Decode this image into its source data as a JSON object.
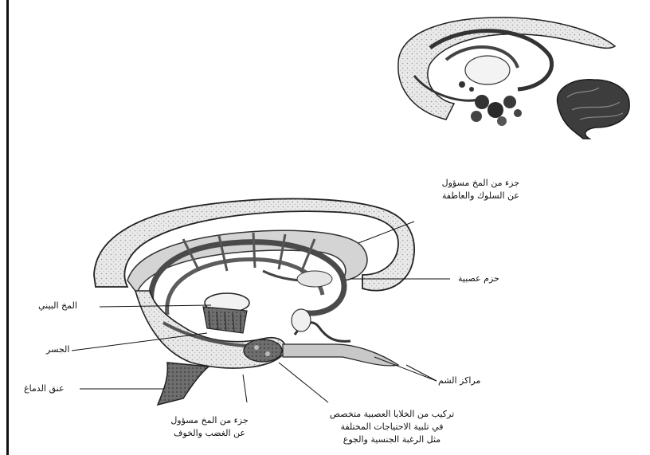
{
  "labels": {
    "behavior": [
      "جزء من المخ مسؤول",
      "عن السلوك والعاطفة"
    ],
    "fibers": "حزم عصبية",
    "thalamus": "المخ البيني",
    "bridge": "الجسر",
    "brainstem": "عنق الدماغ",
    "smell": "مراكز الشم",
    "anger": [
      "جزء من المخ مسؤول",
      "عن الغضب والخوف"
    ],
    "hypothalamus": [
      "تركيب من الخلايا العصبية متخصص",
      "في تلبية الاحتياجات المختلفة",
      "مثل الرغبة الجنسية والجوع"
    ]
  }
}
